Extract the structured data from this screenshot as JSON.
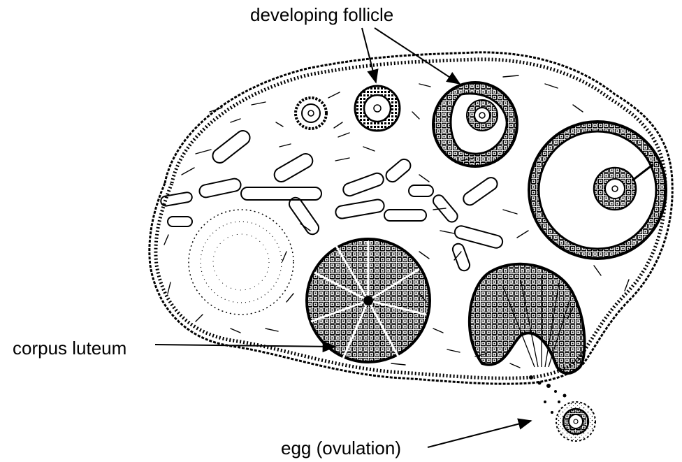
{
  "labels": {
    "developing_follicle": "developing follicle",
    "corpus_luteum": "corpus luteum",
    "egg": "egg (ovulation)"
  },
  "colors": {
    "ink": "#000000",
    "background": "#ffffff"
  }
}
